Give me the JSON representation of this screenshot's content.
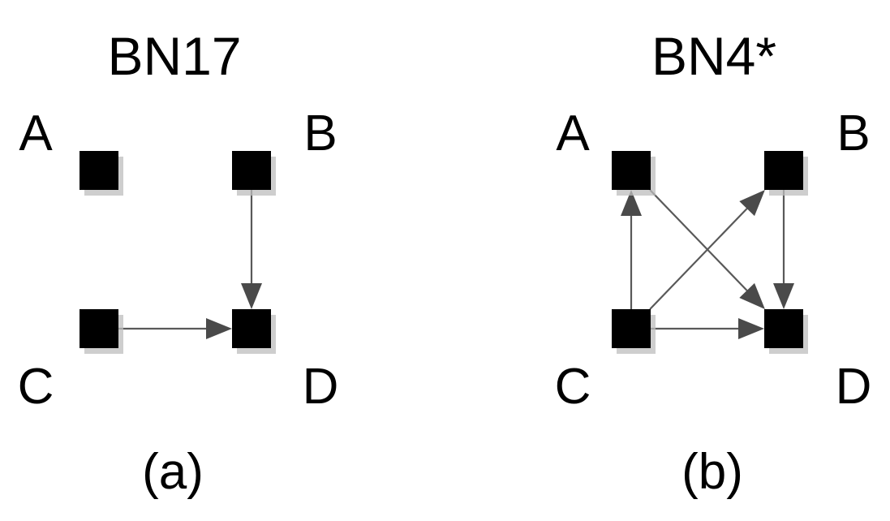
{
  "panels": [
    {
      "id": "a",
      "title": "BN17",
      "caption": "(a)",
      "nodes": [
        {
          "id": "A",
          "label": "A"
        },
        {
          "id": "B",
          "label": "B"
        },
        {
          "id": "C",
          "label": "C"
        },
        {
          "id": "D",
          "label": "D"
        }
      ],
      "edges": [
        {
          "from": "B",
          "to": "D"
        },
        {
          "from": "C",
          "to": "D"
        }
      ]
    },
    {
      "id": "b",
      "title": "BN4*",
      "caption": "(b)",
      "nodes": [
        {
          "id": "A",
          "label": "A"
        },
        {
          "id": "B",
          "label": "B"
        },
        {
          "id": "C",
          "label": "C"
        },
        {
          "id": "D",
          "label": "D"
        }
      ],
      "edges": [
        {
          "from": "C",
          "to": "A"
        },
        {
          "from": "C",
          "to": "B"
        },
        {
          "from": "A",
          "to": "D"
        },
        {
          "from": "B",
          "to": "D"
        },
        {
          "from": "C",
          "to": "D"
        }
      ]
    }
  ],
  "colors": {
    "node": "#000000",
    "edge": "#595959",
    "arrowhead": "#4a4a4a",
    "shadow": "#bdbdbd"
  }
}
